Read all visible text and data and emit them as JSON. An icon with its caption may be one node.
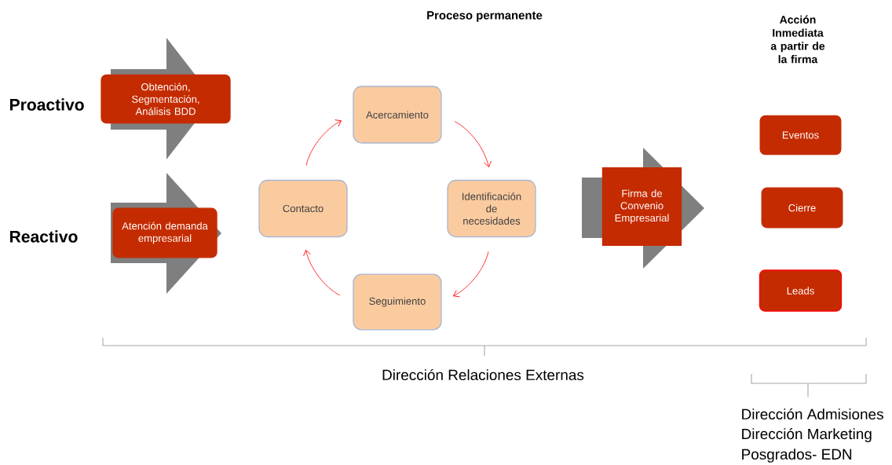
{
  "diagram": {
    "title": "Proceso permanente",
    "nodes": [
      {
        "text": [
          "Obtención, Segmentación, Análisis BDD"
        ]
      },
      {
        "text": [
          "Atención demanda empresarial"
        ]
      },
      {
        "text": [
          "Acercamiento"
        ]
      },
      {
        "text": [
          "Identificación de necesidades"
        ]
      },
      {
        "text": [
          "Seguimiento"
        ]
      },
      {
        "text": [
          "Contacto"
        ]
      },
      {
        "text": [
          "Firma de Convenio Empresarial"
        ]
      },
      {
        "text": [
          "Eventos"
        ]
      },
      {
        "text": [
          "Cierre"
        ]
      },
      {
        "text": [
          "Leads"
        ]
      }
    ],
    "edges": [
      {
        "from": 5,
        "to": 2,
        "arrow": "to"
      },
      {
        "from": 2,
        "to": 3,
        "arrow": "to"
      },
      {
        "from": 3,
        "to": 4,
        "arrow": "to"
      },
      {
        "from": 4,
        "to": 5,
        "arrow": "to"
      }
    ],
    "labels": [
      "Acción Inmediata a partir de la firma",
      "Proactivo",
      "Reactivo",
      "Dirección Relaciones Externas",
      "Dirección Admisiones",
      "Dirección  Marketing",
      "Posgrados- EDN"
    ]
  }
}
